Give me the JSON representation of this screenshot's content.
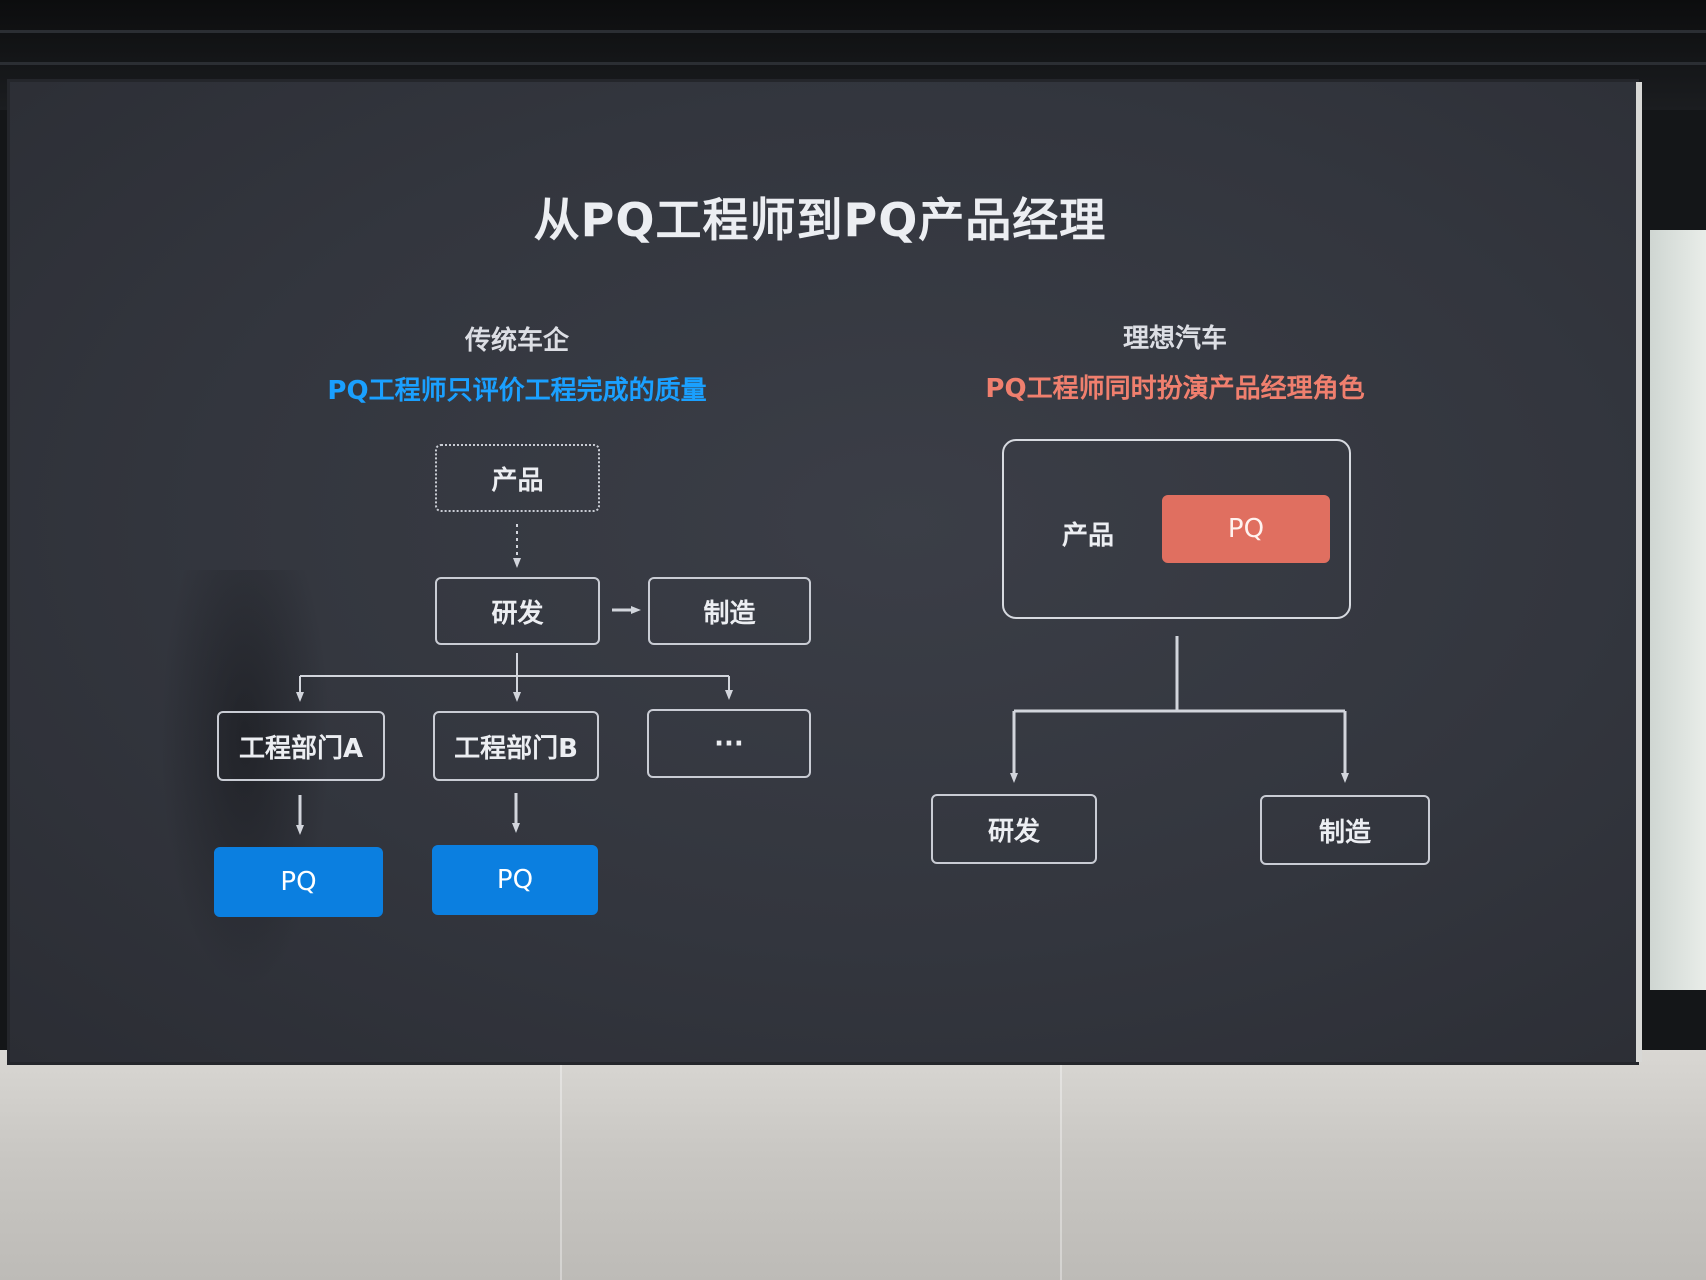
{
  "slide": {
    "title": "从PQ工程师到PQ产品经理"
  },
  "left": {
    "heading": "传统车企",
    "subtitle": "PQ工程师只评价工程完成的质量",
    "subtitle_color": "#1aa0ff",
    "nodes": {
      "product": "产品",
      "rnd": "研发",
      "manufacturing": "制造",
      "dept_a": "工程部门A",
      "dept_b": "工程部门B",
      "more": "···",
      "pq_a": "PQ",
      "pq_b": "PQ"
    },
    "pq_color": "#0b7fe0"
  },
  "right": {
    "heading": "理想汽车",
    "subtitle": "PQ工程师同时扮演产品经理角色",
    "subtitle_color": "#f07f6e",
    "nodes": {
      "product": "产品",
      "pq": "PQ",
      "rnd": "研发",
      "manufacturing": "制造"
    },
    "pq_color": "#e06f60"
  }
}
